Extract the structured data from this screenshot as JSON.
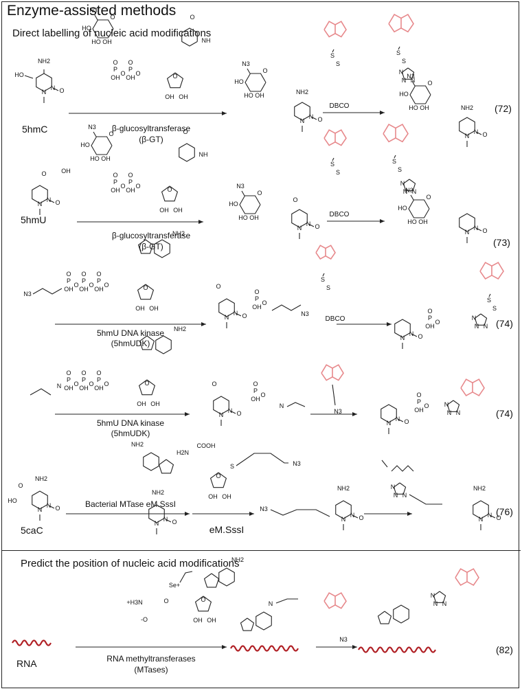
{
  "title": "Enzyme-assisted methods",
  "section1": {
    "title": "Direct labelling of nucleic acid modifications"
  },
  "section2": {
    "title": "Predict the position of nucleic acid modifications"
  },
  "reactions": [
    {
      "substrate": "5hmC",
      "enzyme": "β-glucosyltransferase",
      "enzyme_abbr": "(β-GT)",
      "reagent": "DBCO",
      "ref": "(72)"
    },
    {
      "substrate": "5hmU",
      "enzyme": "β-glucosyltransferase",
      "enzyme_abbr": "(β-GT)",
      "reagent": "DBCO",
      "ref": "(73)"
    },
    {
      "enzyme": "5hmU DNA kinase",
      "enzyme_abbr": "(5hmUDK)",
      "reagent": "DBCO",
      "ref": "(74)"
    },
    {
      "enzyme": "5hmU DNA kinase",
      "enzyme_abbr": "(5hmUDK)",
      "reagent": "N3",
      "ref": "(74)"
    },
    {
      "substrate": "5caC",
      "enzyme": "Bacterial MTase eM.SssI",
      "enzyme2": "eM.SssI",
      "ref": "(76)"
    },
    {
      "substrate": "RNA",
      "enzyme": "RNA methyltransferases",
      "enzyme_abbr": "(MTases)",
      "reagent": "N3",
      "ref": "(82)"
    }
  ],
  "chem_labels": {
    "n3": "N3",
    "nh2": "NH2",
    "oh": "OH",
    "ho": "HO",
    "o": "O",
    "n": "N",
    "nh": "NH",
    "p": "P",
    "s": "S",
    "se": "Se+",
    "cooh": "COOH",
    "h3n": "+H3N",
    "h2n": "H2N",
    "o_minus": "-O"
  },
  "colors": {
    "probe": "#e7888b",
    "rna": "#b01f24",
    "line": "#222222"
  }
}
